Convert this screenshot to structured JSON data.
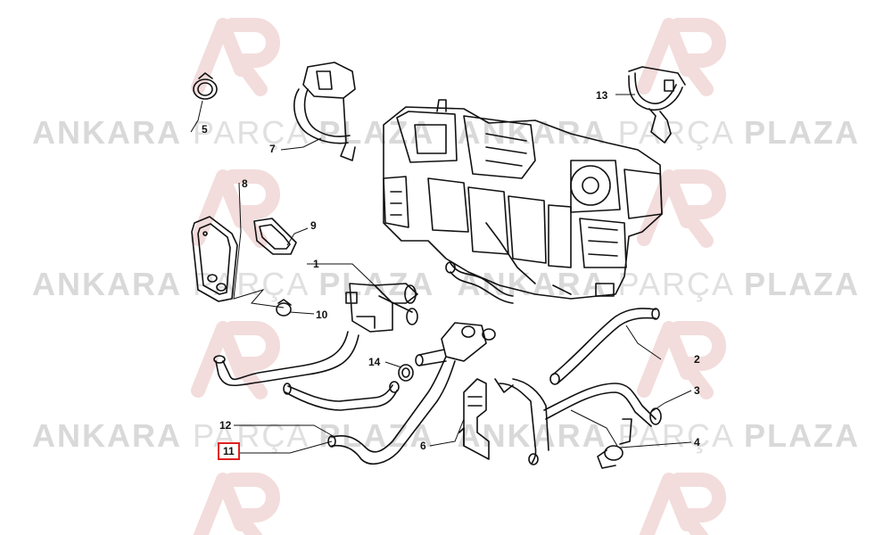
{
  "watermark": {
    "part1": "ANKARA",
    "part2": "PARÇA",
    "part3": "PLAZA",
    "logo_color": "#f2dada",
    "text_color": "#d9d9d9"
  },
  "callouts": [
    {
      "id": "1",
      "label": "1"
    },
    {
      "id": "2",
      "label": "2"
    },
    {
      "id": "3",
      "label": "3"
    },
    {
      "id": "4",
      "label": "4"
    },
    {
      "id": "5",
      "label": "5"
    },
    {
      "id": "6",
      "label": "6"
    },
    {
      "id": "7",
      "label": "7"
    },
    {
      "id": "8",
      "label": "8"
    },
    {
      "id": "9",
      "label": "9"
    },
    {
      "id": "10",
      "label": "10"
    },
    {
      "id": "11",
      "label": "11",
      "highlighted": true
    },
    {
      "id": "12",
      "label": "12"
    },
    {
      "id": "13",
      "label": "13"
    },
    {
      "id": "14",
      "label": "14"
    }
  ],
  "highlight_color": "#e02020"
}
